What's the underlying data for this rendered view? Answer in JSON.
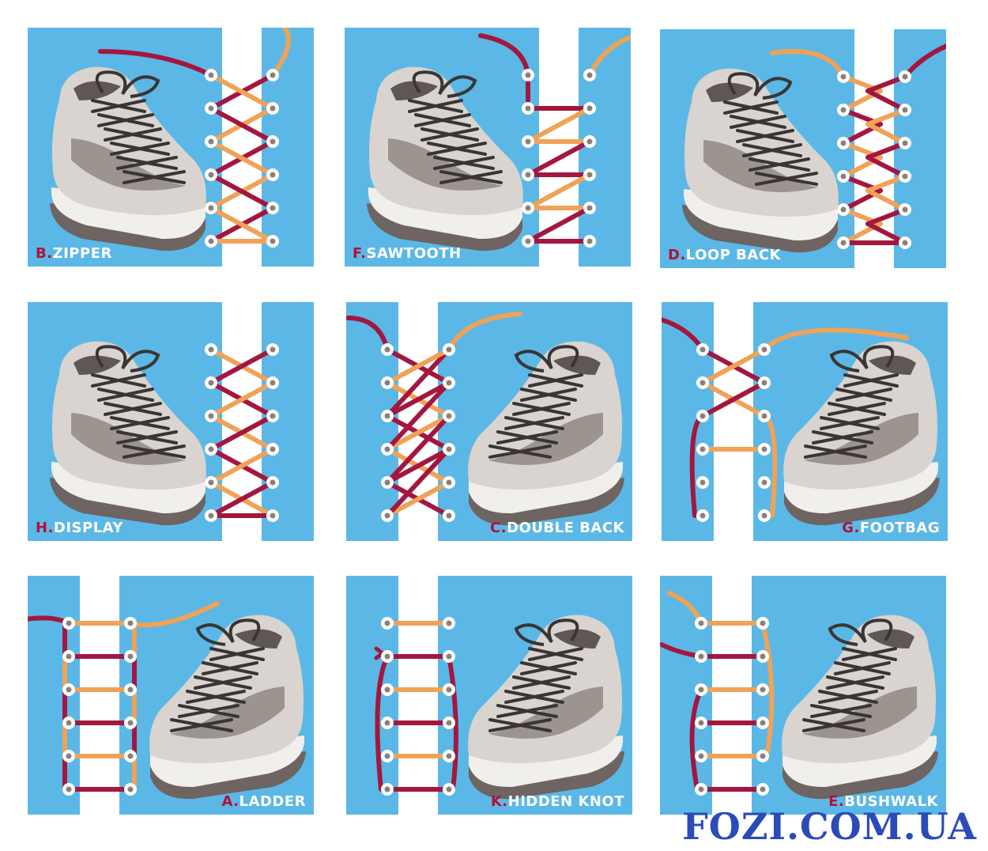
{
  "panels": [
    {
      "id": "zipper",
      "letter": "B.",
      "name": "ZIPPER",
      "style": "zipper",
      "layout": "shoe-left",
      "caption_side": "left"
    },
    {
      "id": "sawtooth",
      "letter": "F.",
      "name": "SAWTOOTH",
      "style": "sawtooth",
      "layout": "shoe-left",
      "caption_side": "left"
    },
    {
      "id": "loop-back",
      "letter": "D.",
      "name": "LOOP BACK",
      "style": "loopback",
      "layout": "shoe-left",
      "caption_side": "left"
    },
    {
      "id": "display",
      "letter": "H.",
      "name": "DISPLAY",
      "style": "display",
      "layout": "shoe-left",
      "caption_side": "left"
    },
    {
      "id": "double-back",
      "letter": "C.",
      "name": "DOUBLE BACK",
      "style": "doubleback",
      "layout": "shoe-right",
      "caption_side": "right"
    },
    {
      "id": "footbag",
      "letter": "G.",
      "name": "FOOTBAG",
      "style": "footbag",
      "layout": "shoe-right",
      "caption_side": "right"
    },
    {
      "id": "ladder",
      "letter": "A.",
      "name": "LADDER",
      "style": "ladder",
      "layout": "shoe-right",
      "caption_side": "right"
    },
    {
      "id": "hidden-knot",
      "letter": "K.",
      "name": "HIDDEN KNOT",
      "style": "hidden",
      "layout": "shoe-right",
      "caption_side": "right"
    },
    {
      "id": "bushwalk",
      "letter": "E.",
      "name": "BUSHWALK",
      "style": "bushwalk",
      "layout": "shoe-right",
      "caption_side": "right"
    }
  ],
  "watermark": "FOZI.COM.UA",
  "colors": {
    "panel_bg": "#5bb8e6",
    "lace_red": "#a3173f",
    "lace_orange": "#f0a257",
    "shoe_lace": "#3a3535",
    "letter_accent": "#b0123b",
    "watermark": "#2b4bb8"
  }
}
